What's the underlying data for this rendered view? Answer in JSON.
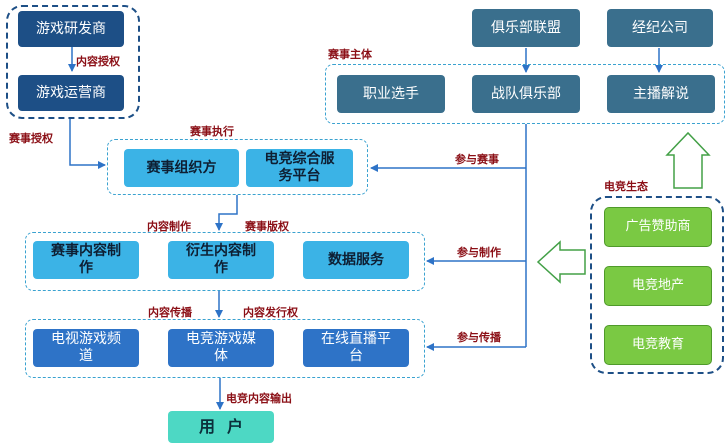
{
  "top_left": {
    "developer": "游戏研发商",
    "operator": "游戏运营商"
  },
  "right_top": {
    "league": "俱乐部联盟",
    "agency": "经纪公司"
  },
  "subject": {
    "title": "赛事主体",
    "items": [
      "职业选手",
      "战队俱乐部",
      "主播解说"
    ]
  },
  "execution": {
    "title": "赛事执行",
    "items": [
      "赛事组织方",
      "电竞综合服务平台"
    ]
  },
  "production": {
    "items": [
      "赛事内容制作",
      "衍生内容制作",
      "数据服务"
    ]
  },
  "distribution": {
    "items": [
      "电视游戏频道",
      "电竞游戏媒体",
      "在线直播平台"
    ]
  },
  "user": "用户",
  "ecosystem": {
    "title": "电竞生态",
    "items": [
      "广告赞助商",
      "电竞地产",
      "电竞教育"
    ]
  },
  "labels": {
    "content_license": "内容授权",
    "event_license": "赛事授权",
    "content_production": "内容制作",
    "event_rights": "赛事版权",
    "content_broadcast": "内容传播",
    "content_distribution_rights": "内容发行权",
    "content_output": "电竞内容输出",
    "participate_event": "参与赛事",
    "participate_production": "参与制作",
    "participate_broadcast": "参与传播"
  },
  "colors": {
    "navy": "#1d4f86",
    "slate": "#3a6f8d",
    "sky": "#3bb3e6",
    "royal": "#2e73c7",
    "green": "#7ac943",
    "teal": "#4dd8c4",
    "label_red": "#8b0f16",
    "dashed_blue": "#3aa2d0"
  }
}
